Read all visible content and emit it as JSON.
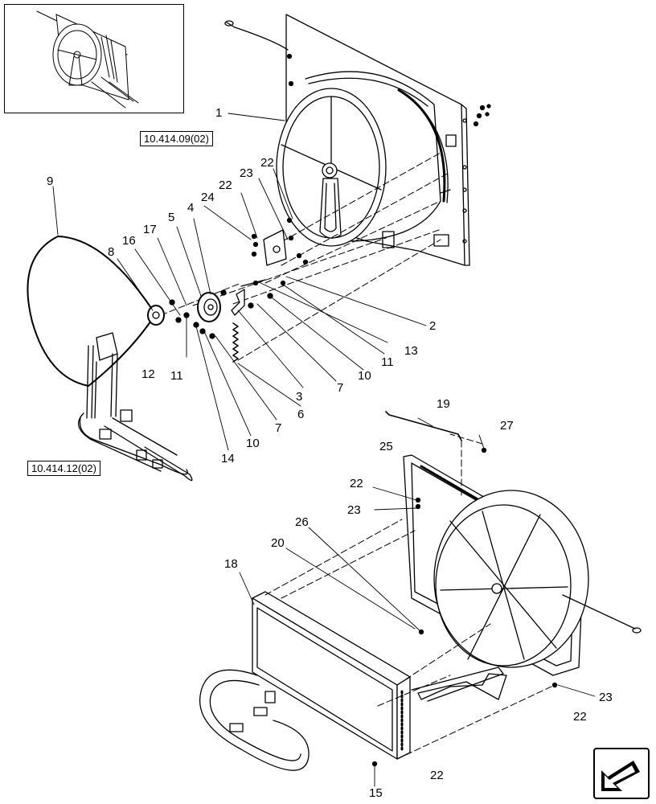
{
  "references": {
    "ref_top": "10.414.09(02)",
    "ref_left": "10.414.12(02)"
  },
  "callouts": {
    "c1": "1",
    "c2": "2",
    "c3": "3",
    "c4": "4",
    "c5": "5",
    "c6": "6",
    "c7a": "7",
    "c7b": "7",
    "c8": "8",
    "c9": "9",
    "c10a": "10",
    "c10b": "10",
    "c11a": "11",
    "c11b": "11",
    "c12": "12",
    "c13": "13",
    "c14": "14",
    "c15": "15",
    "c16": "16",
    "c17": "17",
    "c18": "18",
    "c19": "19",
    "c20": "20",
    "c22a": "22",
    "c22b": "22",
    "c22c": "22",
    "c22d": "22",
    "c22e": "22",
    "c23a": "23",
    "c23b": "23",
    "c23c": "23",
    "c24": "24",
    "c25": "25",
    "c26": "26",
    "c27": "27"
  },
  "icons": {
    "navigation": "next-page-arrow-icon",
    "inset": "assembly-overview-icon"
  }
}
